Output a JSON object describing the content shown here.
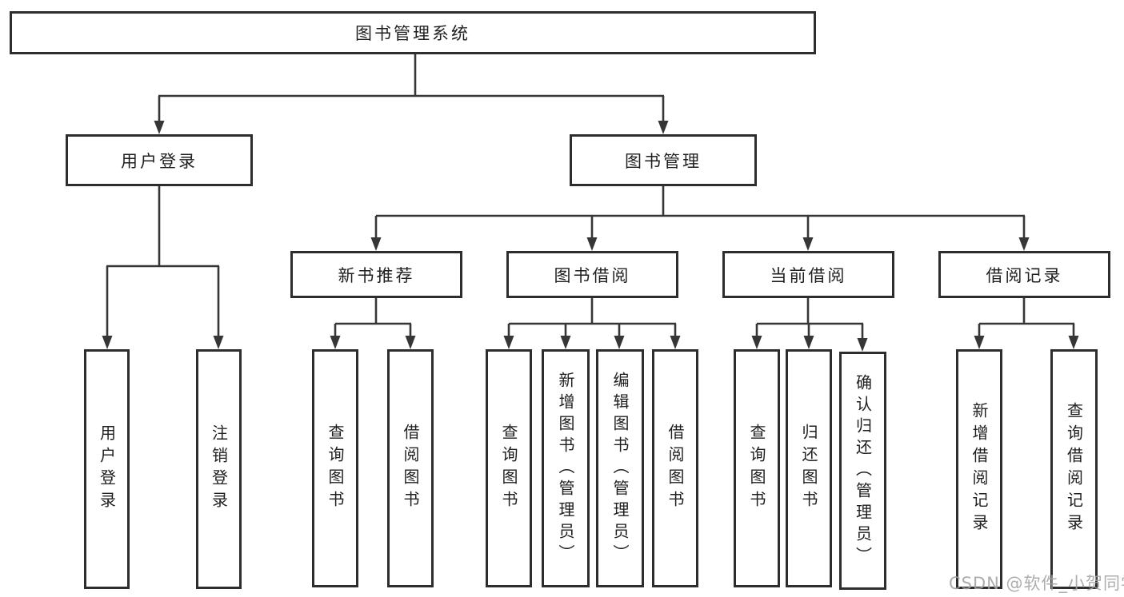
{
  "colors": {
    "line": "#363636",
    "box_border": "#2d2d2d",
    "text": "#1f1f1f",
    "watermark": "#a4a4a4",
    "background": "#ffffff"
  },
  "watermark": "CSDN @软件_小贺同学",
  "tree": {
    "root": {
      "label": "图书管理系统"
    },
    "children": [
      {
        "label": "用户登录",
        "children": [
          {
            "label": "用户登录"
          },
          {
            "label": "注销登录"
          }
        ]
      },
      {
        "label": "图书管理",
        "children": [
          {
            "label": "新书推荐",
            "children": [
              {
                "label": "查询图书"
              },
              {
                "label": "借阅图书"
              }
            ]
          },
          {
            "label": "图书借阅",
            "children": [
              {
                "label": "查询图书"
              },
              {
                "label": "新增图书（管理员）"
              },
              {
                "label": "编辑图书（管理员）"
              },
              {
                "label": "借阅图书"
              }
            ]
          },
          {
            "label": "当前借阅",
            "children": [
              {
                "label": "查询图书"
              },
              {
                "label": "归还图书"
              },
              {
                "label": "确认归还（管理员）"
              }
            ]
          },
          {
            "label": "借阅记录",
            "children": [
              {
                "label": "新增借阅记录"
              },
              {
                "label": "查询借阅记录"
              }
            ]
          }
        ]
      }
    ]
  }
}
